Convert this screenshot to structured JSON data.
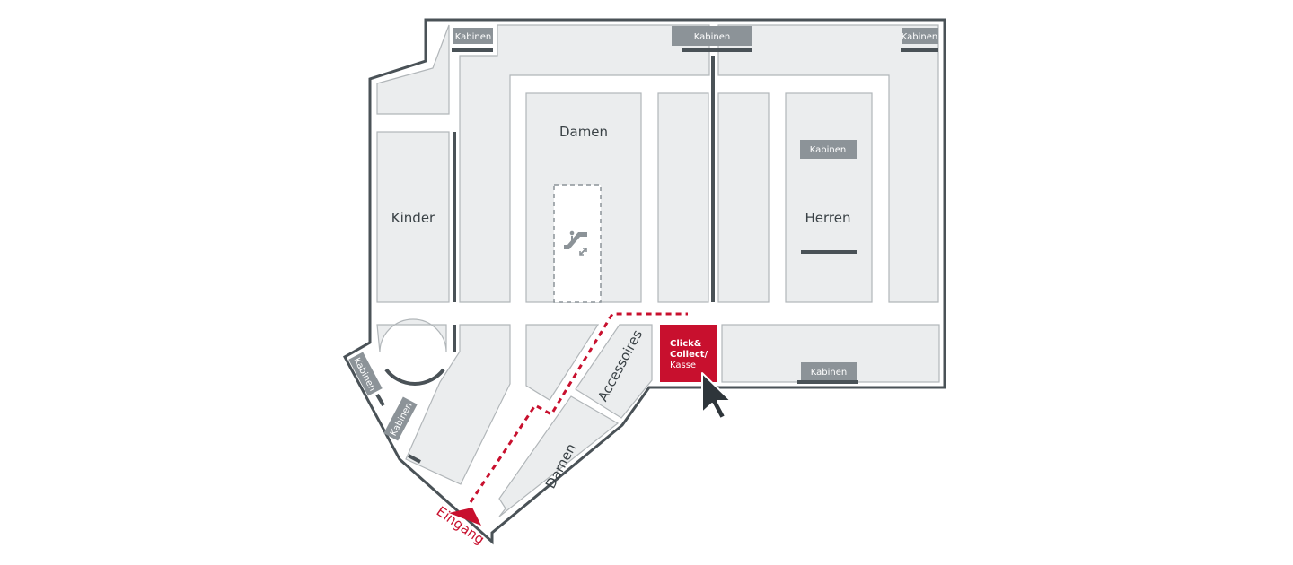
{
  "map": {
    "departments": {
      "kinder": "Kinder",
      "damen_main": "Damen",
      "herren": "Herren",
      "accessoires": "Accessoires",
      "damen_lower": "Damen"
    },
    "cabins_label": "Kabinen",
    "click_collect": {
      "line1": "Click&",
      "line2": "Collect/",
      "line3": "Kasse"
    },
    "entrance_label": "Eingang",
    "icons": [
      "escalator-icon",
      "cursor-icon",
      "entrance-arrow-icon"
    ],
    "colors": {
      "accent": "#c8102e",
      "wall": "#4a5257",
      "room_fill": "#ebedee",
      "cabin": "#8c9398"
    }
  }
}
